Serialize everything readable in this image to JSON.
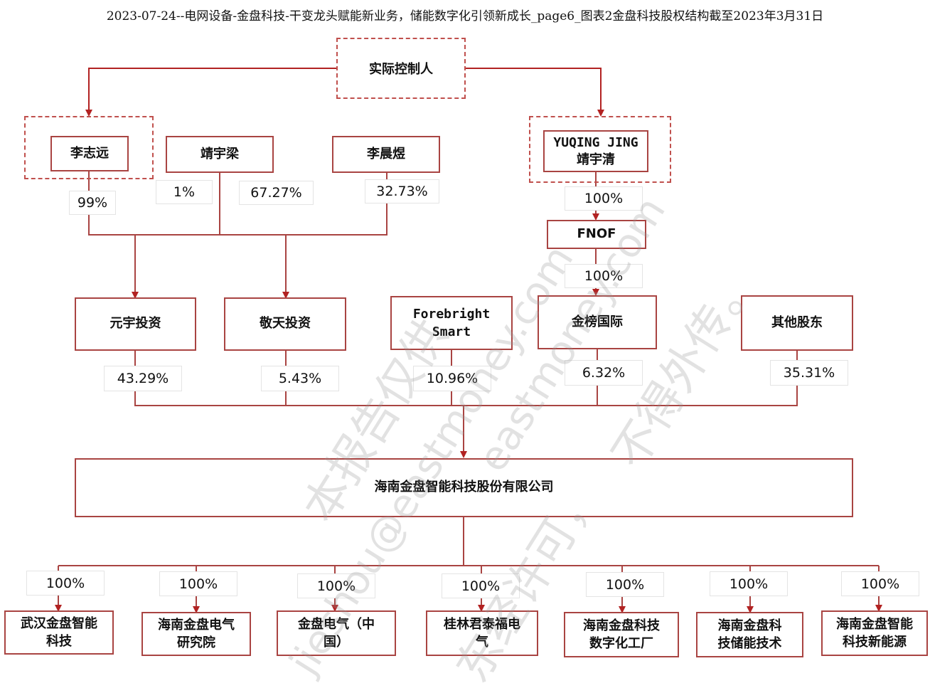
{
  "title": "2023-07-24--电网设备-金盘科技-干变龙头赋能新业务，储能数字化引领新成长_page6_图表2金盘科技股权结构截至2023年3月31日",
  "nodes": {
    "controller": "实际控制人",
    "li_zhiyuan": "李志远",
    "jing_yuliang": "靖宇梁",
    "li_chenyu": "李晨煜",
    "yuqing_jing_en": "YUQING JING",
    "yuqing_jing_cn": "靖宇清",
    "fnof": "FNOF",
    "yuanyu": "元宇投资",
    "jingtian": "敬天投资",
    "forebright_1": "Forebright",
    "forebright_2": "Smart",
    "jinbang": "金榜国际",
    "others": "其他股东",
    "company": "海南金盘智能科技股份有限公司"
  },
  "percentages": {
    "li_zhiyuan_to_yuanyu": "99%",
    "jing_yuliang_to_yuanyu": "1%",
    "jing_yuliang_to_jingtian": "67.27%",
    "li_chenyu_to_jingtian": "32.73%",
    "yuqing_to_fnof": "100%",
    "fnof_to_jinbang": "100%",
    "yuanyu": "43.29%",
    "jingtian": "5.43%",
    "forebright": "10.96%",
    "jinbang": "6.32%",
    "others": "35.31%"
  },
  "subsidiaries": [
    {
      "pct": "100%",
      "line1": "武汉金盘智能",
      "line2": "科技"
    },
    {
      "pct": "100%",
      "line1": "海南金盘电气",
      "line2": "研究院"
    },
    {
      "pct": "100%",
      "line1": "金盘电气（中",
      "line2": "国）"
    },
    {
      "pct": "100%",
      "line1": "桂林君泰福电",
      "line2": "气"
    },
    {
      "pct": "100%",
      "line1": "海南金盘科技",
      "line2": "数字化工厂"
    },
    {
      "pct": "100%",
      "line1": "海南金盘科",
      "line2": "技储能技术"
    },
    {
      "pct": "100%",
      "line1": "海南金盘智能",
      "line2": "科技新能源"
    }
  ],
  "watermarks": [
    "本报告仅供",
    "eastmoney.com",
    "不得外传。",
    "jieshou@eastmoney.com",
    "东经许可，"
  ],
  "colors": {
    "line": "#a94442",
    "arrow": "#b22222",
    "border": "#a94442",
    "dashed": "#c0504d"
  }
}
